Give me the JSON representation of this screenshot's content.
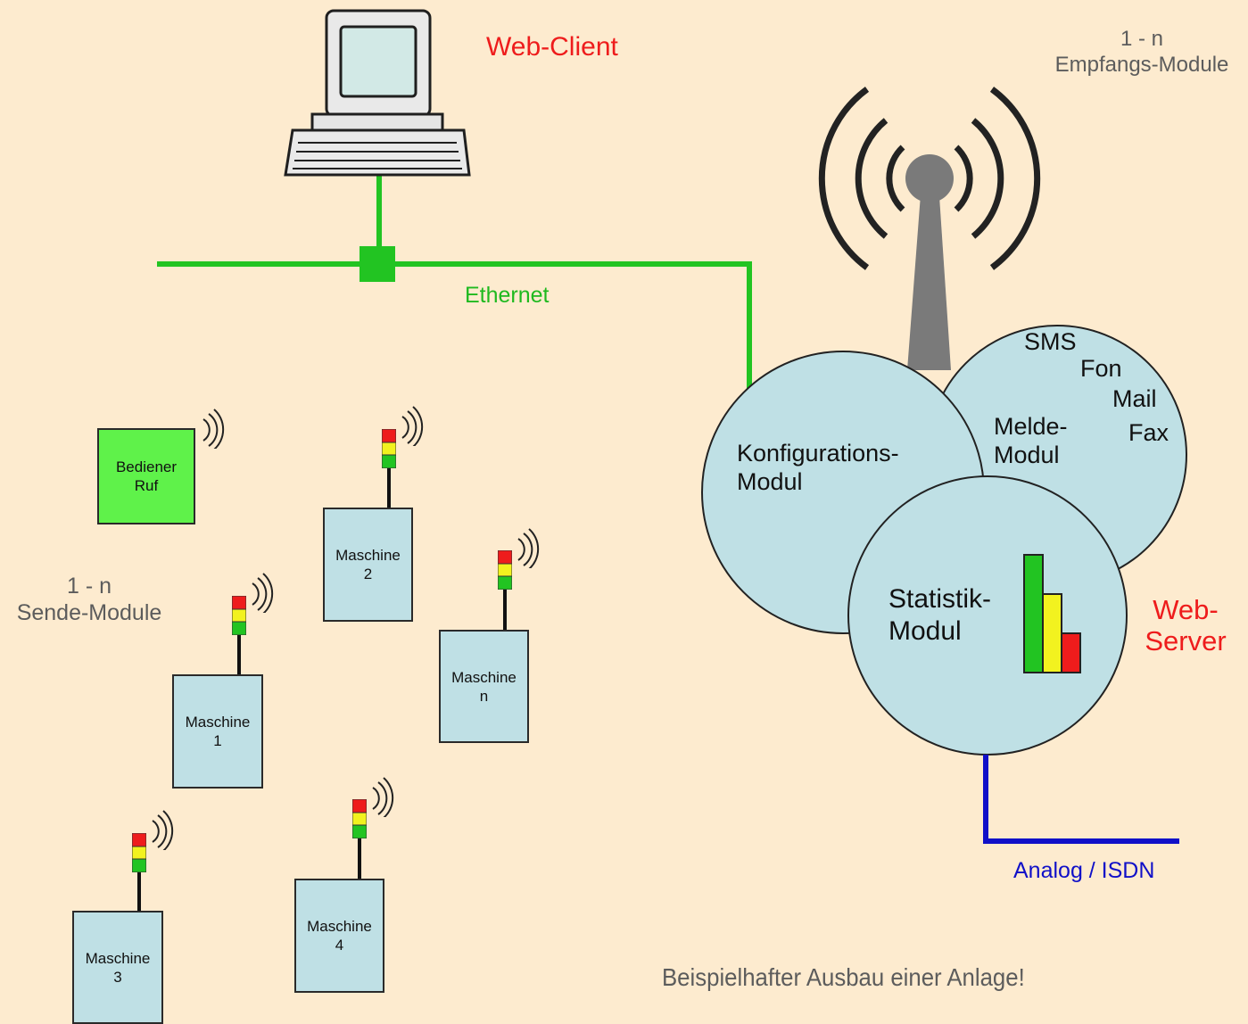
{
  "labels": {
    "web_client": "Web-Client",
    "empfangs_count": "1 - n",
    "empfangs": "Empfangs-Module",
    "ethernet": "Ethernet",
    "sende_count": "1 - n",
    "sende": "Sende-Module",
    "web_server": "Web-\nServer",
    "analog_isdn": "Analog / ISDN",
    "footer": "Beispielhafter Ausbau einer Anlage!"
  },
  "server_modules": {
    "konfiguration": "Konfigurations-\nModul",
    "melde": "Melde-\nModul",
    "statistik": "Statistik-\nModul",
    "channels": [
      "SMS",
      "Fon",
      "Mail",
      "Fax"
    ]
  },
  "devices": {
    "bediener": "Bediener\nRuf",
    "machines": [
      "Maschine\n1",
      "Maschine\n2",
      "Maschine\n3",
      "Maschine\n4",
      "Maschine\nn"
    ]
  },
  "colors": {
    "background": "#fdebcf",
    "ethernet": "#22c422",
    "phone_line": "#1010c8",
    "module_fill": "#bfe0e5",
    "accent_red": "#ee1c1c"
  },
  "statistik_chart": {
    "values": [
      3,
      2,
      1
    ],
    "colors": [
      "#22c422",
      "#f2f21f",
      "#ee1c1c"
    ]
  }
}
